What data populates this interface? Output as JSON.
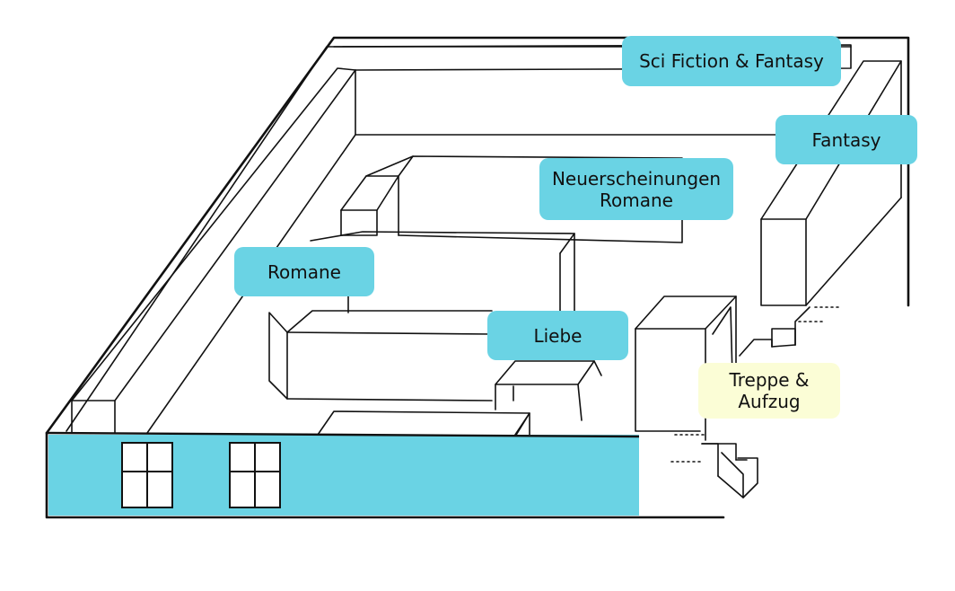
{
  "labels": {
    "scifi": "Sci Fiction & Fantasy",
    "fantasy": "Fantasy",
    "neu_line1": "Neuerscheinungen",
    "neu_line2": "Romane",
    "romane": "Romane",
    "liebe": "Liebe",
    "treppe_line1": "Treppe &",
    "treppe_line2": "Aufzug"
  },
  "colors": {
    "label_blue": "#6ad3e4",
    "label_yellow": "#fbfdd6",
    "wall_blue": "#6ad3e4",
    "line": "#111111"
  }
}
